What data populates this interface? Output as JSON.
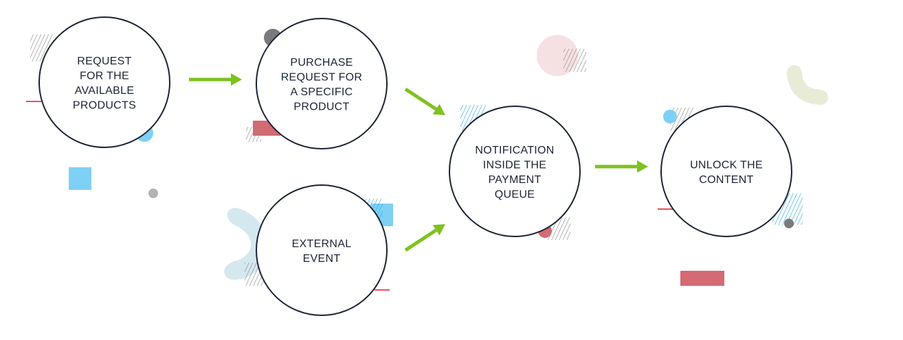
{
  "diagram": {
    "nodes": [
      {
        "id": "request-products",
        "lines": [
          "REQUEST",
          "FOR THE",
          "AVAILABLE",
          "PRODUCTS"
        ]
      },
      {
        "id": "purchase-request",
        "lines": [
          "PURCHASE",
          "REQUEST FOR",
          "A SPECIFIC",
          "PRODUCT"
        ]
      },
      {
        "id": "external-event",
        "lines": [
          "EXTERNAL",
          "EVENT"
        ]
      },
      {
        "id": "notification",
        "lines": [
          "NOTIFICATION",
          "INSIDE THE",
          "PAYMENT",
          "QUEUE"
        ]
      },
      {
        "id": "unlock-content",
        "lines": [
          "UNLOCK THE",
          "CONTENT"
        ]
      }
    ],
    "edges": [
      {
        "from": "request-products",
        "to": "purchase-request"
      },
      {
        "from": "purchase-request",
        "to": "notification"
      },
      {
        "from": "external-event",
        "to": "notification"
      },
      {
        "from": "notification",
        "to": "unlock-content"
      }
    ],
    "colors": {
      "arrow": "#7dc21e",
      "circle_stroke": "#1a2233",
      "blue": "#7fd0f5",
      "red": "#d46a72",
      "gray": "#7a7a7a",
      "pale_blue": "#d4e8ef",
      "pale_pink": "#f5e0e2",
      "pale_olive": "#e8ebd6"
    }
  }
}
